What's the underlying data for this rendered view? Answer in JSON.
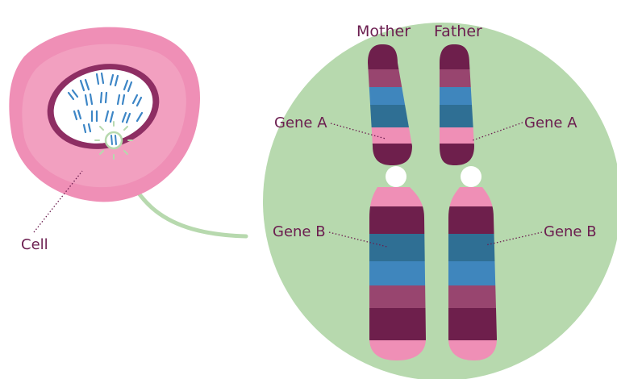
{
  "labels": {
    "mother": "Mother",
    "father": "Father",
    "gene_a_left": "Gene A",
    "gene_a_right": "Gene A",
    "gene_b_left": "Gene B",
    "gene_b_right": "Gene B",
    "cell": "Cell"
  },
  "colors": {
    "circle_bg": "#b7d9ae",
    "circle_edge": "#a9cfa1",
    "cell_outer": "#ef8fb6",
    "cell_inner_ring": "#8e2e63",
    "nucleus_fill": "#ffffff",
    "dna_blue": "#3d86c6",
    "band_dark": "#6e1f4c",
    "band_mauve": "#98456f",
    "band_blue": "#3f86bd",
    "band_teal": "#2f6f94",
    "band_pink": "#ef8fb6",
    "connector": "#b7d9ae",
    "label_text": "#6b1d4f"
  }
}
